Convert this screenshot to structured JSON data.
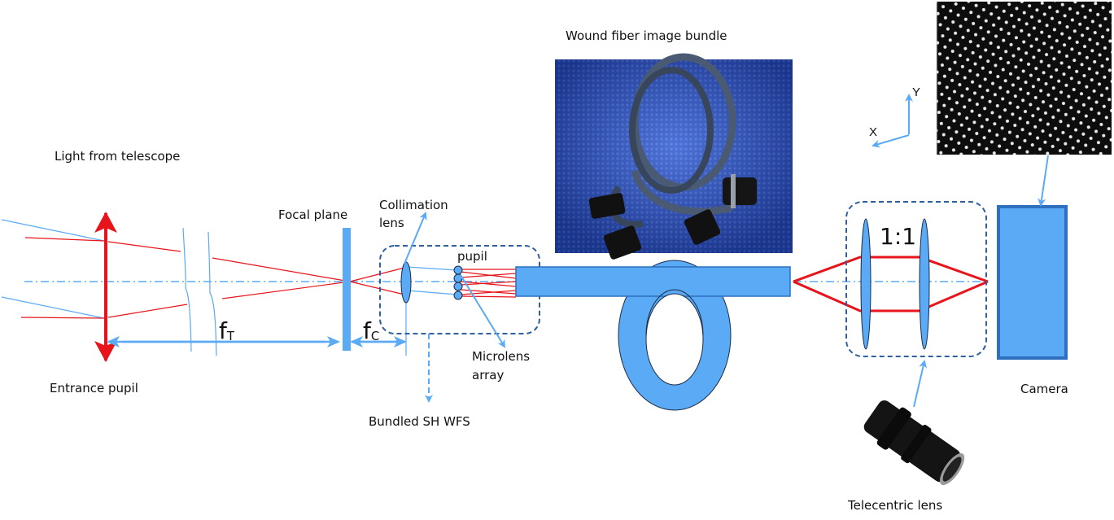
{
  "title": "Bundled Shack-Hartmann wavefront sensor optical layout",
  "labels": {
    "light_from_telescope": "Light from telescope",
    "entrance_pupil": "Entrance pupil",
    "focal_plane": "Focal plane",
    "collimation_lens_line1": "Collimation",
    "collimation_lens_line2": "lens",
    "pupil": "pupil",
    "microlens_array_line1": "Microlens",
    "microlens_array_line2": "array",
    "bundled_sh_wfs": "Bundled SH WFS",
    "wound_fiber_image_bundle": "Wound fiber image bundle",
    "ratio": "1:1",
    "camera": "Camera",
    "telecentric_lens": "Telecentric lens",
    "axis_x": "X",
    "axis_y": "Y",
    "f_t_main": "f",
    "f_t_sub": "T",
    "f_c_main": "f",
    "f_c_sub": "C"
  },
  "colors": {
    "component_fill": "#5aaaf5",
    "component_stroke": "#2e6fbf",
    "light_blue_line": "#5aaaf5",
    "ray_red": "#e8141b",
    "dashed_box": "#2e5fa0",
    "spot_background": "#0d0d0d"
  }
}
